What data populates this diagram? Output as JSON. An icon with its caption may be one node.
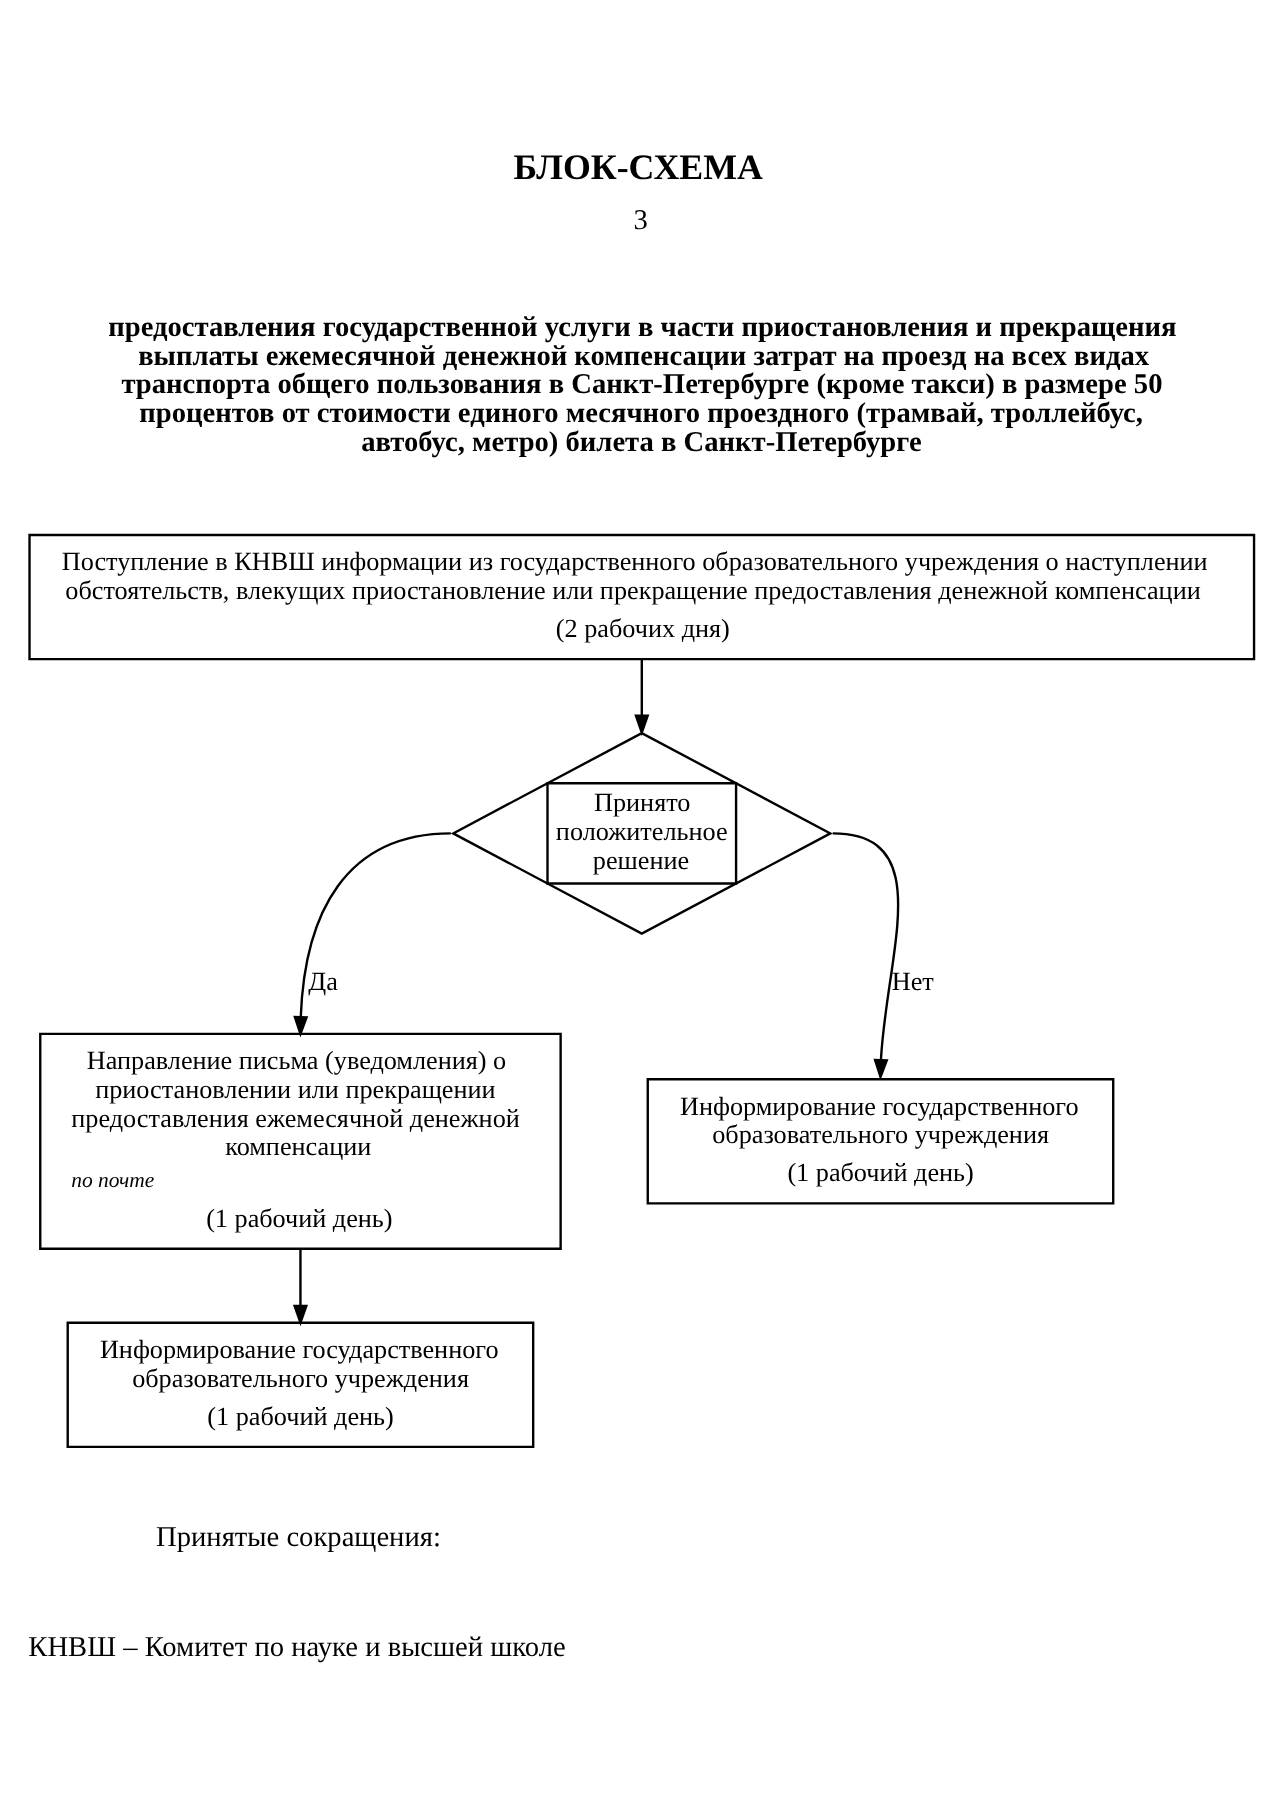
{
  "diagram": {
    "title": "БЛОК-СХЕМА",
    "nodes": [
      {
        "text": [
          "Поступление в КНВШ информации из государственного образовательного учреждения о наступлении обстоятельств, влекущих приостановление или прекращение предоставления денежной компенсации",
          "(2 рабочих дня)"
        ]
      },
      {
        "text": [
          "Принято положительное решение"
        ]
      },
      {
        "text": [
          "Направление письма (уведомления) о приостановлении или прекращении предоставления ежемесячной денежной компенсации",
          "по почте",
          "(1 рабочий день)"
        ]
      },
      {
        "text": [
          "Информирование государственного образовательного учреждения",
          "(1 рабочий день)"
        ]
      },
      {
        "text": [
          "Информирование государственного образовательного учреждения",
          "(1 рабочий день)"
        ]
      }
    ],
    "edges": [
      {
        "from": 0,
        "to": 1,
        "arrow": "to"
      },
      {
        "from": 1,
        "to": 2,
        "arrow": "to",
        "label": "Да"
      },
      {
        "from": 1,
        "to": 3,
        "arrow": "to",
        "label": "Нет"
      },
      {
        "from": 2,
        "to": 4,
        "arrow": "to"
      }
    ],
    "labels": [
      "3",
      "предоставления государственной услуги в части приостановления и прекращения выплаты ежемесячной денежной компенсации затрат на проезд на всех видах транспорта общего пользования в Санкт-Петербурге (кроме такси) в размере 50 процентов от стоимости единого месячного проездного (трамвай, троллейбус, автобус, метро) билета в Санкт-Петербурге",
      "Принятые сокращения:",
      "КНВШ – Комитет по науке и высшей школе"
    ]
  }
}
